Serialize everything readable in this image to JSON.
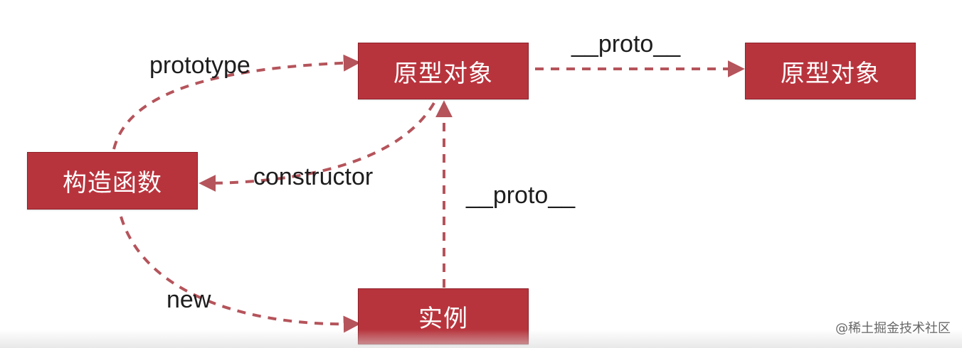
{
  "nodes": {
    "constructor_fn": "构造函数",
    "prototype_obj": "原型对象",
    "prototype_parent": "原型对象",
    "instance": "实例"
  },
  "edges": {
    "prototype": "prototype",
    "constructor": "constructor",
    "new": "new",
    "proto_top": "__proto__",
    "proto_middle": "__proto__"
  },
  "watermark": "@稀土掘金技术社区",
  "colors": {
    "node_fill": "#b8343d",
    "node_border": "#8f2029",
    "arrow": "#b5545b",
    "text": "#1d1d1d"
  }
}
